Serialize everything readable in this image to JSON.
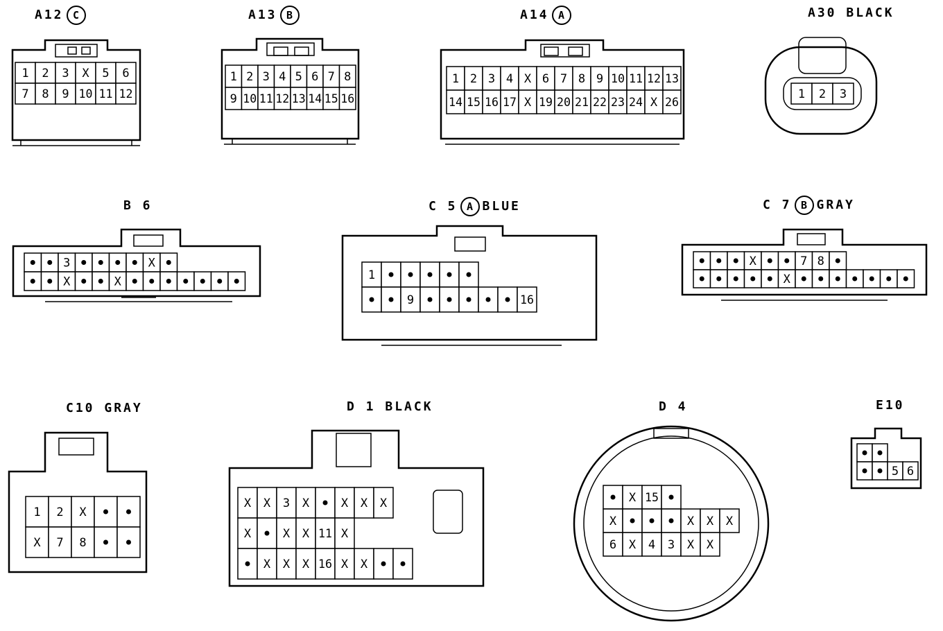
{
  "connectors": [
    {
      "id": "a12",
      "name": "A12",
      "code": "C",
      "color": "",
      "rows": [
        [
          "1",
          "2",
          "3",
          "X",
          "5",
          "6"
        ],
        [
          "7",
          "8",
          "9",
          "10",
          "11",
          "12"
        ]
      ]
    },
    {
      "id": "a13",
      "name": "A13",
      "code": "B",
      "color": "",
      "rows": [
        [
          "1",
          "2",
          "3",
          "4",
          "5",
          "6",
          "7",
          "8"
        ],
        [
          "9",
          "10",
          "11",
          "12",
          "13",
          "14",
          "15",
          "16"
        ]
      ]
    },
    {
      "id": "a14",
      "name": "A14",
      "code": "A",
      "color": "",
      "rows": [
        [
          "1",
          "2",
          "3",
          "4",
          "X",
          "6",
          "7",
          "8",
          "9",
          "10",
          "11",
          "12",
          "13"
        ],
        [
          "14",
          "15",
          "16",
          "17",
          "X",
          "19",
          "20",
          "21",
          "22",
          "23",
          "24",
          "X",
          "26"
        ]
      ]
    },
    {
      "id": "a30",
      "name": "A30",
      "code": "",
      "color": "BLACK",
      "rows": [
        [
          "1",
          "2",
          "3"
        ]
      ]
    },
    {
      "id": "b6",
      "name": "B 6",
      "code": "",
      "color": "",
      "rows": [
        [
          "•",
          "•",
          "3",
          "•",
          "•",
          "•",
          "•",
          "X",
          "•"
        ],
        [
          "•",
          "•",
          "X",
          "•",
          "•",
          "X",
          "•",
          "•",
          "•",
          "•",
          "•",
          "•",
          "•"
        ]
      ]
    },
    {
      "id": "c5",
      "name": "C 5",
      "code": "A",
      "color": "BLUE",
      "rows": [
        [
          "1",
          "•",
          "•",
          "•",
          "•",
          "•"
        ],
        [
          "•",
          "•",
          "9",
          "•",
          "•",
          "•",
          "•",
          "•",
          "16"
        ]
      ]
    },
    {
      "id": "c7",
      "name": "C 7",
      "code": "B",
      "color": "GRAY",
      "rows": [
        [
          "•",
          "•",
          "•",
          "X",
          "•",
          "•",
          "7",
          "8",
          "•"
        ],
        [
          "•",
          "•",
          "•",
          "•",
          "•",
          "X",
          "•",
          "•",
          "•",
          "•",
          "•",
          "•",
          "•"
        ]
      ]
    },
    {
      "id": "c10",
      "name": "C10",
      "code": "",
      "color": "GRAY",
      "rows": [
        [
          "1",
          "2",
          "X",
          "•",
          "•"
        ],
        [
          "X",
          "7",
          "8",
          "•",
          "•"
        ]
      ]
    },
    {
      "id": "d1",
      "name": "D 1",
      "code": "",
      "color": "BLACK",
      "rows": [
        [
          "X",
          "X",
          "3",
          "X",
          "•",
          "X",
          "X",
          "X"
        ],
        [
          "X",
          "•",
          "X",
          "X",
          "11",
          "X"
        ],
        [
          "•",
          "X",
          "X",
          "X",
          "16",
          "X",
          "X",
          "•",
          "•"
        ]
      ]
    },
    {
      "id": "d4",
      "name": "D 4",
      "code": "",
      "color": "",
      "rows": [
        [
          "•",
          "X",
          "15",
          "•"
        ],
        [
          "X",
          "•",
          "•",
          "•",
          "X",
          "X",
          "X"
        ],
        [
          "6",
          "X",
          "4",
          "3",
          "X",
          "X"
        ]
      ]
    },
    {
      "id": "e10",
      "name": "E10",
      "code": "",
      "color": "",
      "rows": [
        [
          "•",
          "•"
        ],
        [
          "•",
          "•",
          "5",
          "6"
        ]
      ]
    }
  ]
}
